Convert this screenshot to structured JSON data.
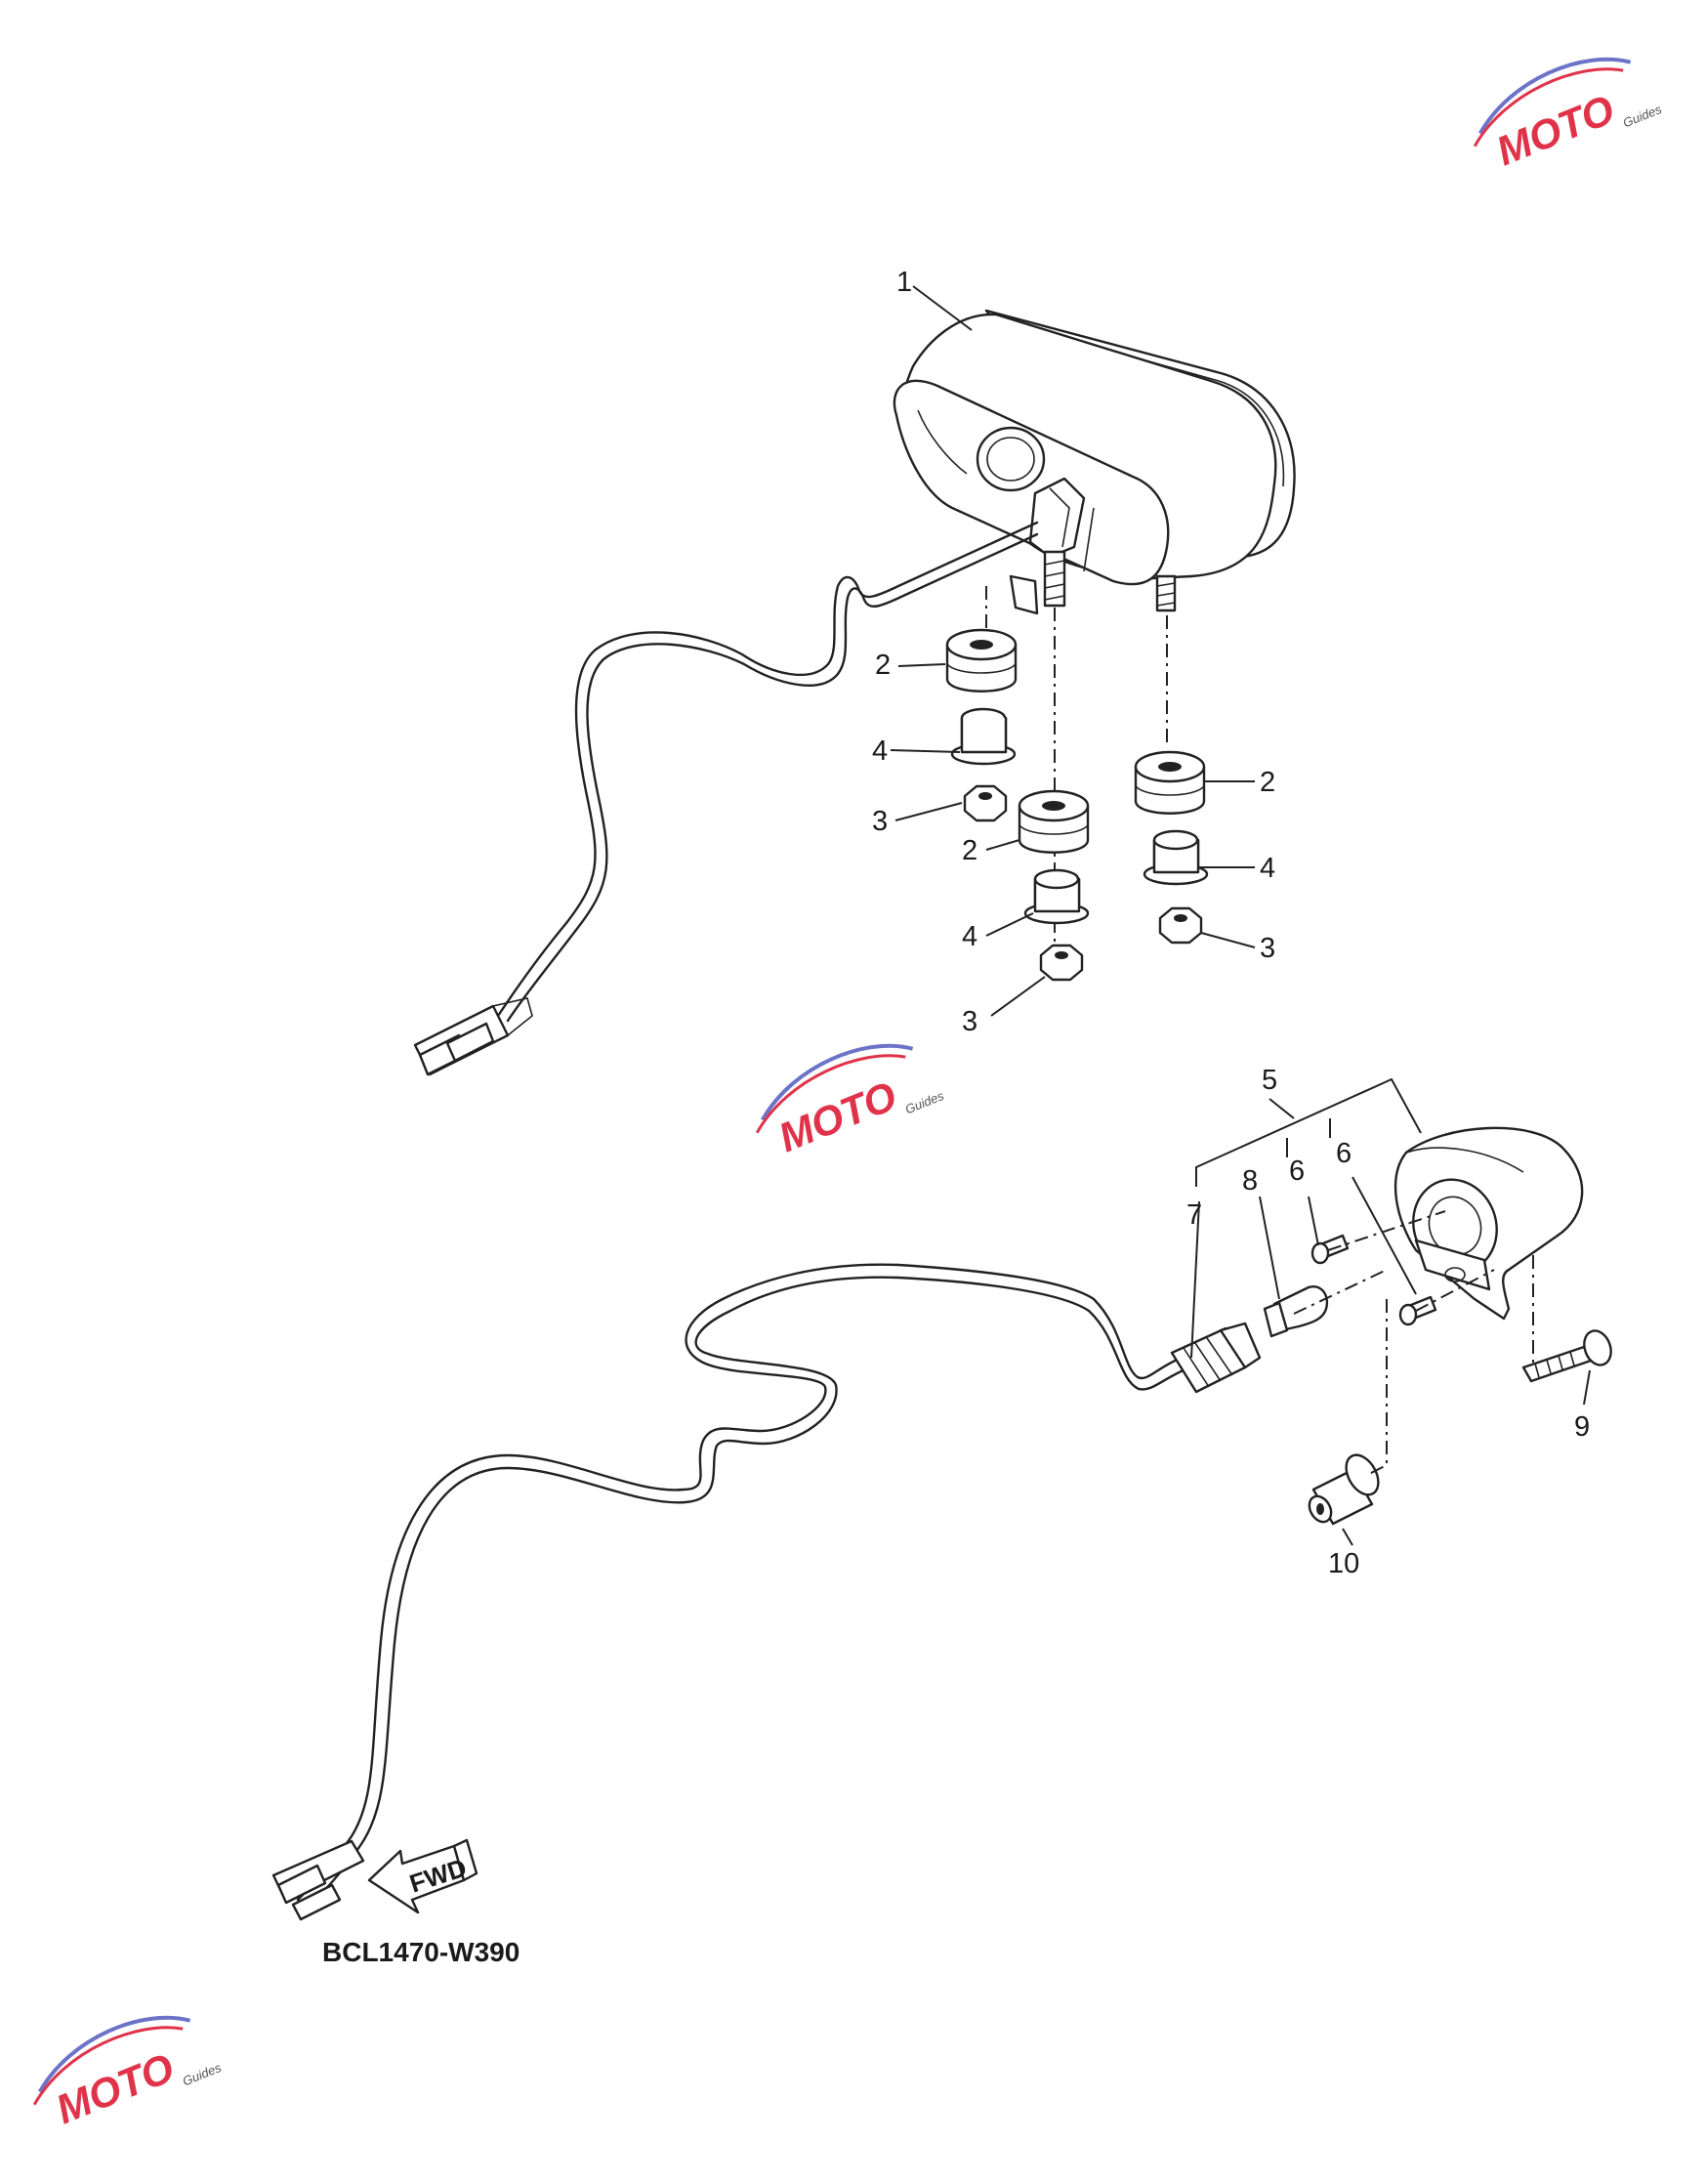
{
  "diagram": {
    "code": "BCL1470-W390",
    "direction_label": "FWD"
  },
  "callouts": [
    {
      "id": "c1",
      "text": "1"
    },
    {
      "id": "c2a",
      "text": "2"
    },
    {
      "id": "c2b",
      "text": "2"
    },
    {
      "id": "c2c",
      "text": "2"
    },
    {
      "id": "c3a",
      "text": "3"
    },
    {
      "id": "c3b",
      "text": "3"
    },
    {
      "id": "c3c",
      "text": "3"
    },
    {
      "id": "c4a",
      "text": "4"
    },
    {
      "id": "c4b",
      "text": "4"
    },
    {
      "id": "c4c",
      "text": "4"
    },
    {
      "id": "c5",
      "text": "5"
    },
    {
      "id": "c6a",
      "text": "6"
    },
    {
      "id": "c6b",
      "text": "6"
    },
    {
      "id": "c7",
      "text": "7"
    },
    {
      "id": "c8",
      "text": "8"
    },
    {
      "id": "c9",
      "text": "9"
    },
    {
      "id": "c10",
      "text": "10"
    }
  ],
  "watermark": {
    "logo": "MOTO",
    "sub": "Guides"
  },
  "colors": {
    "line": "#222222",
    "watermark_red": "#e0334a",
    "watermark_blue": "#6c73c8",
    "watermark_dark": "#555555"
  }
}
